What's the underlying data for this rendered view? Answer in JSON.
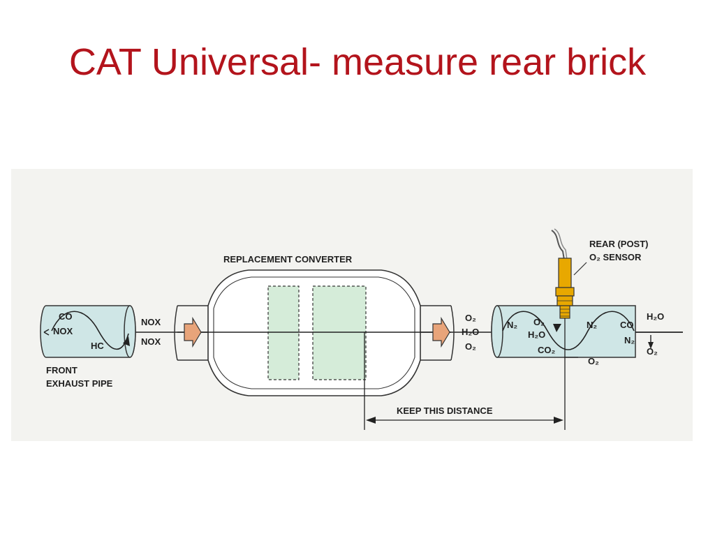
{
  "title": "CAT Universal- measure rear brick",
  "diagram": {
    "converter_label": "REPLACEMENT CONVERTER",
    "sensor_label_line1": "REAR (POST)",
    "sensor_label_line2": "O₂ SENSOR",
    "front_pipe_line1": "FRONT",
    "front_pipe_line2": "EXHAUST PIPE",
    "distance_label": "KEEP THIS DISTANCE",
    "front_gases": {
      "co": "CO",
      "nox": "NOX",
      "hc": "HC"
    },
    "inlet_gases": [
      "NOX",
      "NOX"
    ],
    "outlet_gases": [
      "O₂",
      "H₂O",
      "O₂"
    ],
    "rear_gases": {
      "n2_a": "N₂",
      "o2_a": "O₂",
      "h2o_a": "H₂O",
      "co2": "CO₂",
      "n2_b": "N₂",
      "co": "CO",
      "n2_c": "N₂",
      "o2_b": "O₂",
      "h2o_out": "H₂O",
      "o2_out": "O₂"
    },
    "colors": {
      "title": "#b3141c",
      "pipe_fill": "#cfe6e6",
      "substrate_fill": "#d5ecd9",
      "arrow_fill": "#e8a47a",
      "sensor_fill": "#e8a800"
    }
  }
}
